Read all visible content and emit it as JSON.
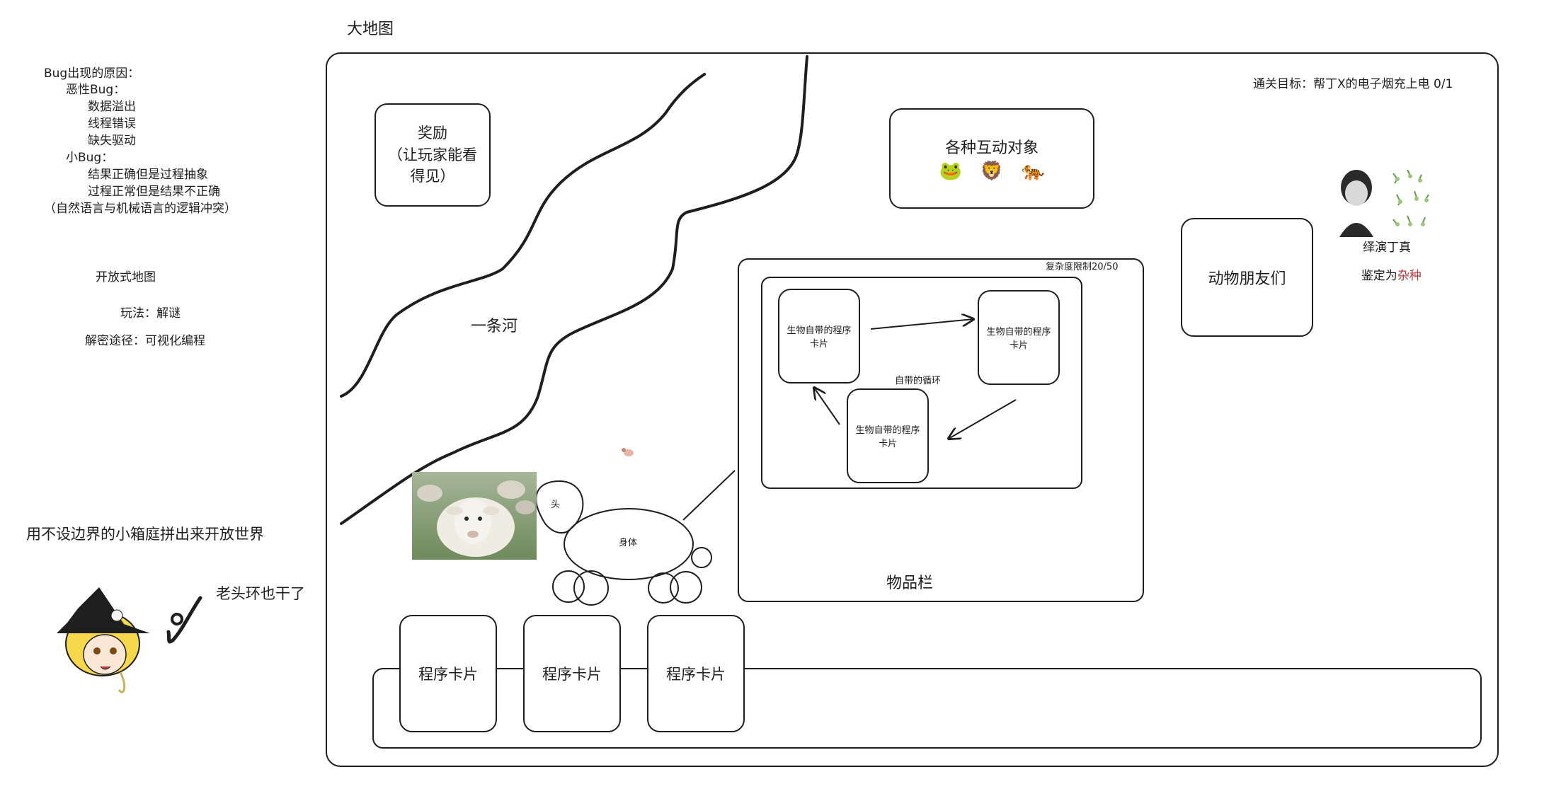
{
  "title": "大地图",
  "left_notes": {
    "bug_heading": "Bug出现的原因：",
    "malignant_bug": "恶性Bug：",
    "malignant_items": [
      "数据溢出",
      "线程错误",
      "缺失驱动"
    ],
    "small_bug": "小Bug：",
    "small_items": [
      "结果正确但是过程抽象",
      "过程正常但是结果不正确"
    ],
    "conflict": "（自然语言与机械语言的逻辑冲突）",
    "open_map": "开放式地图",
    "gameplay": "玩法：解谜",
    "solve_path": "解密途径：可视化编程",
    "sandbox": "用不设边界的小箱庭拼出来开放世界",
    "elden_ring": "老头环也干了"
  },
  "map": {
    "goal": "通关目标：帮丁X的电子烟充上电 0/1",
    "reward_box": "奖励\n（让玩家能看\n得见）",
    "river_label": "一条河",
    "interactive_box": {
      "label": "各种互动对象",
      "icons": [
        "frog-icon",
        "lion-icon",
        "tiger-icon"
      ],
      "glyphs": [
        "🐸",
        "🦁",
        "🐅"
      ]
    },
    "animal_friends": "动物朋友们",
    "portrait_caption_line1": "绎演丁真",
    "portrait_caption_line2_prefix": "鉴定为",
    "portrait_caption_line2_red": "杂种",
    "inventory": {
      "complexity": "复杂度限制20/50",
      "card_a": "生物自带的程序\n卡片",
      "card_b": "生物自带的程序\n卡片",
      "card_c": "生物自带的程序\n卡片",
      "loop_label": "自带的循环",
      "label": "物品栏"
    },
    "creature": {
      "head": "头",
      "body": "身体"
    },
    "program_cards": [
      "程序卡片",
      "程序卡片",
      "程序卡片"
    ]
  }
}
